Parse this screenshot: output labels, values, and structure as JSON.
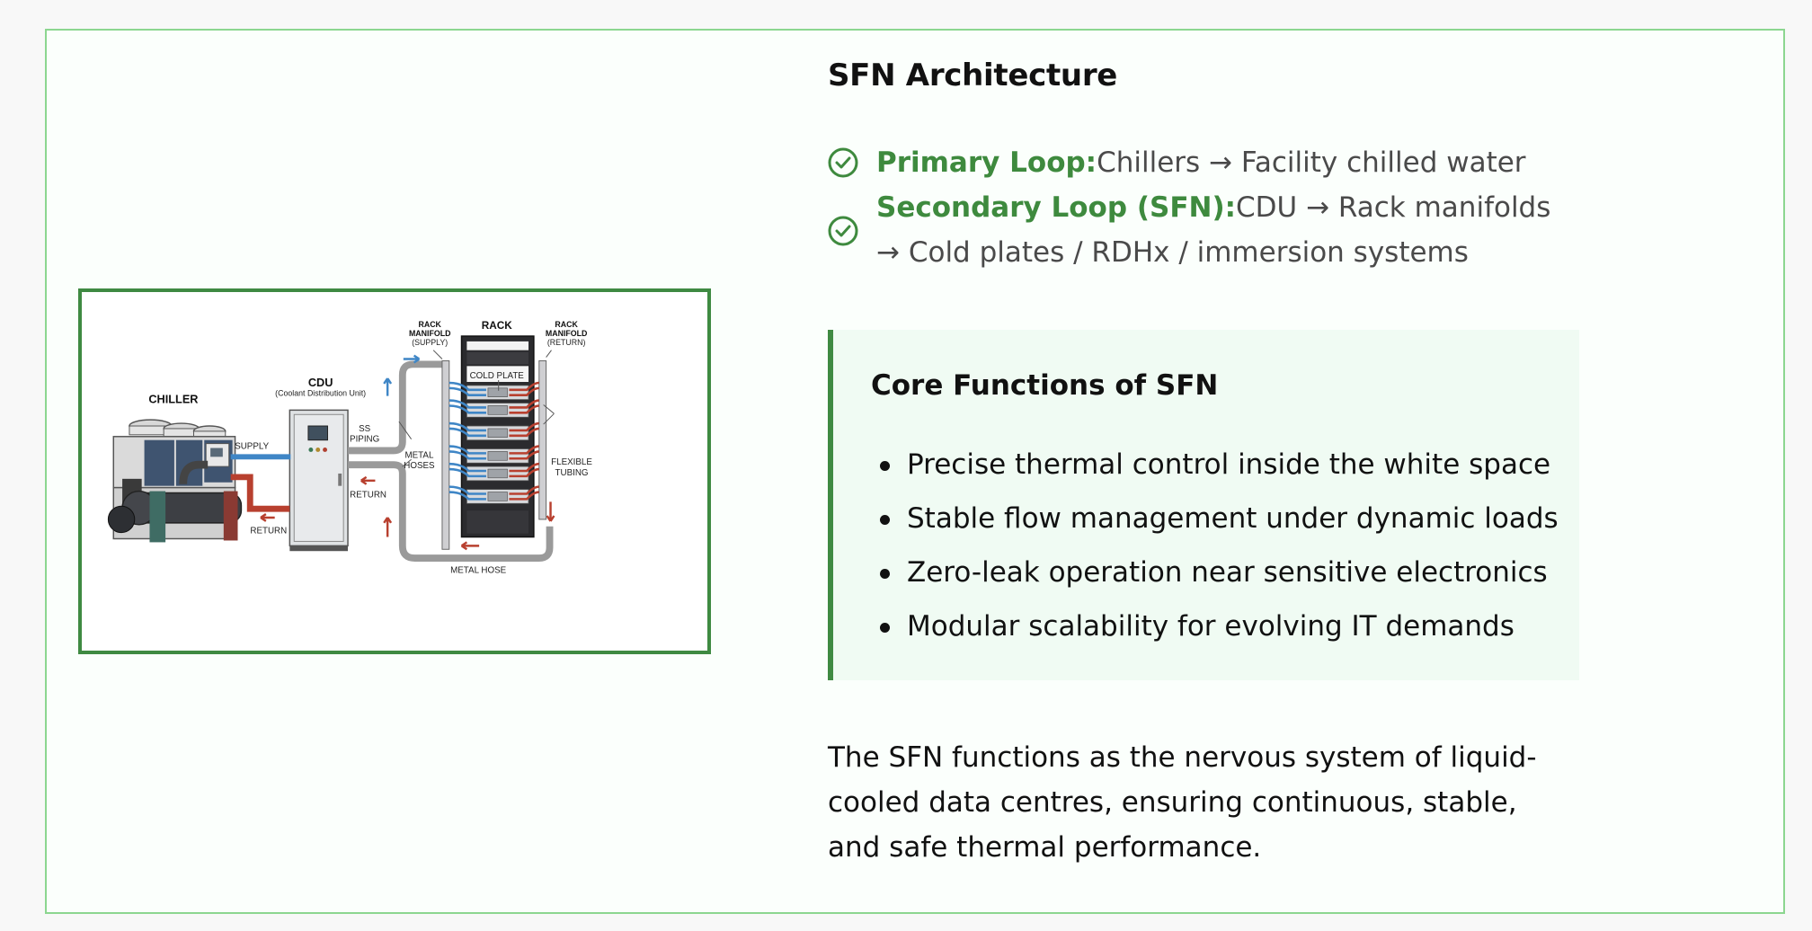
{
  "architecture": {
    "title": "SFN Architecture",
    "loops": [
      {
        "icon": "check-circle-icon",
        "label": "Primary Loop:",
        "text": "Chillers → Facility chilled water"
      },
      {
        "icon": "check-circle-icon",
        "label": "Secondary Loop (SFN):",
        "text": "CDU → Rack manifolds → Cold plates / RDHx / immersion systems"
      }
    ]
  },
  "core_functions": {
    "title": "Core Functions of SFN",
    "items": [
      "Precise thermal control inside the white space",
      "Stable flow management under dynamic loads",
      "Zero-leak operation near sensitive electronics",
      "Modular scalability for evolving IT demands"
    ]
  },
  "summary": "The SFN functions as the nervous system of liquid-cooled data centres, ensuring continuous, stable, and safe thermal performance.",
  "diagram": {
    "labels": {
      "chiller": "CHILLER",
      "cdu": "CDU",
      "cdu_full": "(Coolant Distribution Unit)",
      "supply": "SUPPLY",
      "return_left": "RETURN",
      "ss_piping_1": "SS",
      "ss_piping_2": "PIPING",
      "return_mid": "RETURN",
      "metal_hoses_1": "METAL",
      "metal_hoses_2": "HOSES",
      "manifold_supply_1": "RACK",
      "manifold_supply_2": "MANIFOLD",
      "manifold_supply_3": "(SUPPLY)",
      "rack": "RACK",
      "manifold_return_1": "RACK",
      "manifold_return_2": "MANIFOLD",
      "manifold_return_3": "(RETURN)",
      "cold_plate": "COLD PLATE",
      "flexible_1": "FLEXIBLE",
      "flexible_2": "TUBING",
      "metal_hose": "METAL HOSE"
    },
    "colors": {
      "supply": "#3f86c6",
      "return": "#b8402f",
      "accent": "#3f8a42"
    }
  },
  "colors": {
    "accent": "#3e8a3e",
    "card_border": "#8cd690",
    "core_bg": "#f0fbf3"
  }
}
